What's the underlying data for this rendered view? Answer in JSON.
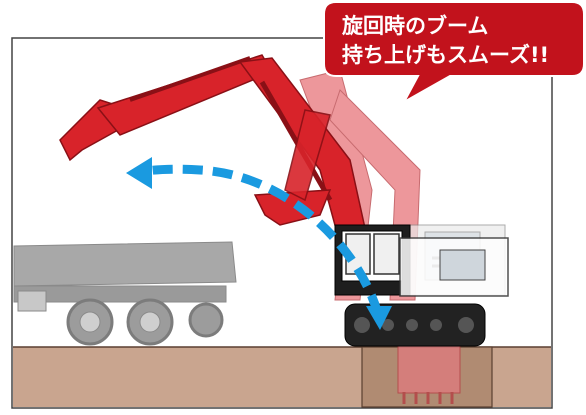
{
  "callout": {
    "line1": "旋回時のブーム",
    "line2": "持ち上げもスムーズ!!"
  },
  "colors": {
    "frame_border": "#444444",
    "ground": "#c9a58f",
    "trench": "#b08b72",
    "excavator_red": "#d8232a",
    "excavator_red_faded": "#e8757a",
    "truck_gray": "#9a9a9a",
    "cab_dark": "#1e1e1e",
    "track_dark": "#222222",
    "arrow_blue": "#1a9ae0",
    "callout_bg": "#c2121c",
    "callout_text": "#ffffff"
  },
  "icons": {
    "excavator": "excavator-illustration",
    "dump_truck": "dump-truck-illustration",
    "swing_arrow": "curved-arrow-icon"
  }
}
